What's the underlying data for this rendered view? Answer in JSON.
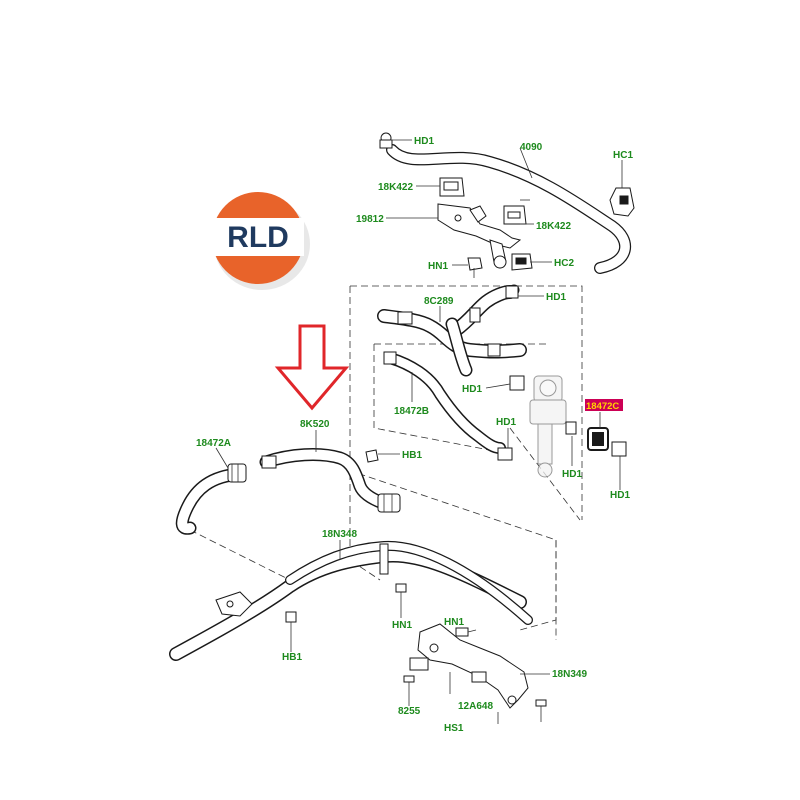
{
  "logo": {
    "text": "RLD",
    "colors": {
      "orange": "#e8632a",
      "navy": "#1f3a5f",
      "shadow": "#cfcfcf"
    }
  },
  "colors": {
    "label": "#1d8a1d",
    "highlight_bg": "#cc0055",
    "highlight_text": "#ffd400",
    "arrow": "#e0262a"
  },
  "labels": {
    "hd1_top": "HD1",
    "p4090": "4090",
    "hc1": "HC1",
    "p18k422_a": "18K422",
    "p19812": "19812",
    "p18k422_b": "18K422",
    "hn1_top": "HN1",
    "hc2": "HC2",
    "hd1_b": "HD1",
    "p8c289": "8C289",
    "hd1_c": "HD1",
    "p18472c": "18472C",
    "p18472b": "18472B",
    "hd1_d": "HD1",
    "hd1_e": "HD1",
    "hd1_f": "HD1",
    "p8k520": "8K520",
    "p18472a": "18472A",
    "hb1_a": "HB1",
    "p18n348": "18N348",
    "hn1_b": "HN1",
    "hn1_c": "HN1",
    "hb1_b": "HB1",
    "p18n349": "18N349",
    "p8255": "8255",
    "p12a648": "12A648",
    "hs1": "HS1"
  }
}
